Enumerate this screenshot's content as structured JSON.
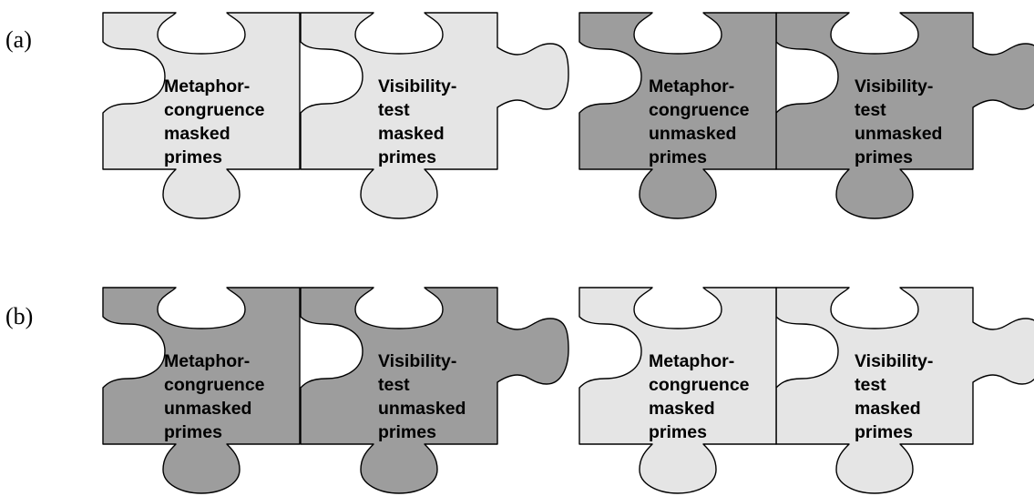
{
  "colors": {
    "light": "#e5e5e5",
    "dark": "#9d9d9d",
    "outline": "#000000",
    "background": "#ffffff"
  },
  "rows": [
    {
      "label": "(a)",
      "pieces": [
        {
          "lines": [
            "Metaphor-",
            "congruence",
            "masked",
            "primes"
          ],
          "shade": "light"
        },
        {
          "lines": [
            "Visibility-",
            "test",
            "masked",
            "primes"
          ],
          "shade": "light"
        },
        {
          "lines": [
            "Metaphor-",
            "congruence",
            "unmasked",
            "primes"
          ],
          "shade": "dark"
        },
        {
          "lines": [
            "Visibility-",
            "test",
            "unmasked",
            "primes"
          ],
          "shade": "dark"
        }
      ]
    },
    {
      "label": "(b)",
      "pieces": [
        {
          "lines": [
            "Metaphor-",
            "congruence",
            "unmasked",
            "primes"
          ],
          "shade": "dark"
        },
        {
          "lines": [
            "Visibility-",
            "test",
            "unmasked",
            "primes"
          ],
          "shade": "dark"
        },
        {
          "lines": [
            "Metaphor-",
            "congruence",
            "masked",
            "primes"
          ],
          "shade": "light"
        },
        {
          "lines": [
            "Visibility-",
            "test",
            "masked",
            "primes"
          ],
          "shade": "light"
        }
      ]
    }
  ]
}
